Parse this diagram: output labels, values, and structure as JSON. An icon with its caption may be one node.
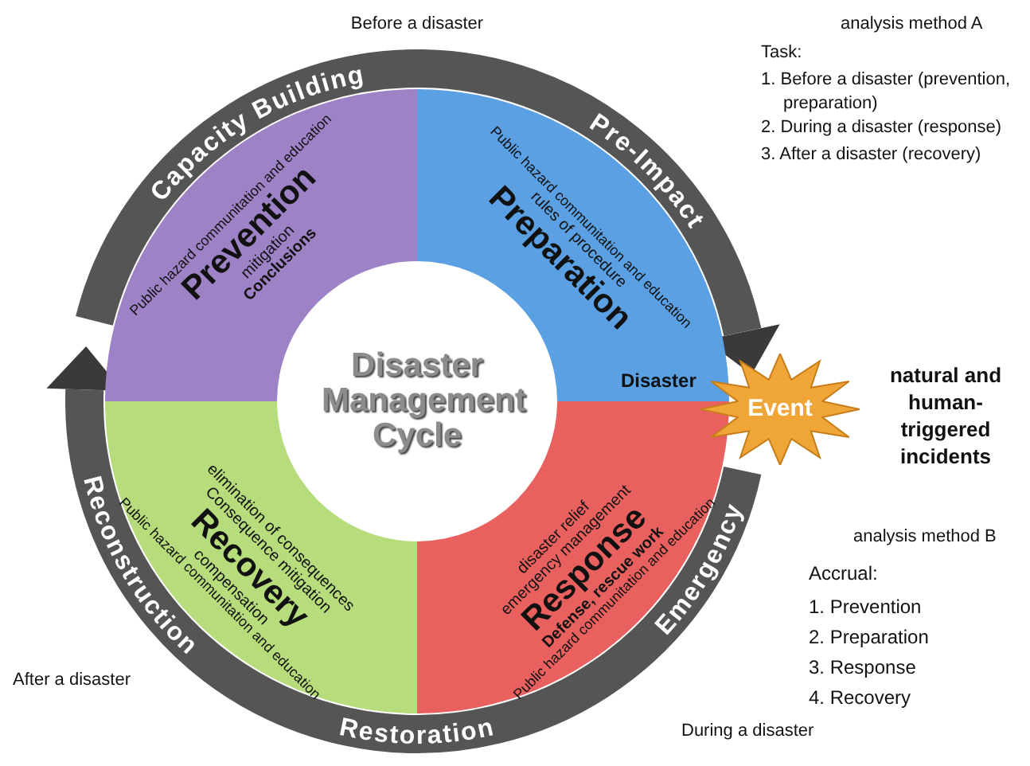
{
  "diagram": {
    "nodes": [
      {
        "text": [
          "Disaster Management Cycle"
        ]
      },
      {
        "text": [
          "Public hazard communitation and education",
          "Prevention",
          "mitigation",
          "Conclusions"
        ]
      },
      {
        "text": [
          "Public hazard communitation and education",
          "rules of procedure",
          "Preparation"
        ]
      },
      {
        "text": [
          "disaster relief",
          "emergency management",
          "Response",
          "Defense, rescue work",
          "Public hazard communitation and education"
        ]
      },
      {
        "text": [
          "elimination of consequences",
          "Consequence mitigation",
          "Recovery",
          "compensation",
          "Public hazard communitation and education"
        ]
      },
      {
        "text": [
          "Event"
        ],
        "beside": [
          "natural and human-triggered incidents"
        ]
      }
    ],
    "edges": [
      {
        "from": 1,
        "to": 5,
        "arrow": "to"
      },
      {
        "from": 5,
        "to": 1,
        "arrow": "to"
      }
    ],
    "labels": [
      "Before a disaster",
      "Capacity Building",
      "Pre-Impact",
      "analysis method A",
      "Task:",
      "1. Before a disaster (prevention, preparation)",
      "2. During a disaster (response)",
      "3. After a disaster (recovery)",
      "Disaster",
      "Reconstruction",
      "Emergency",
      "analysis method B",
      "Accrual:",
      "1. Prevention",
      "2. Preparation",
      "3. Response",
      "4. Recovery",
      "After a disaster",
      "Restoration",
      "During a disaster"
    ]
  }
}
